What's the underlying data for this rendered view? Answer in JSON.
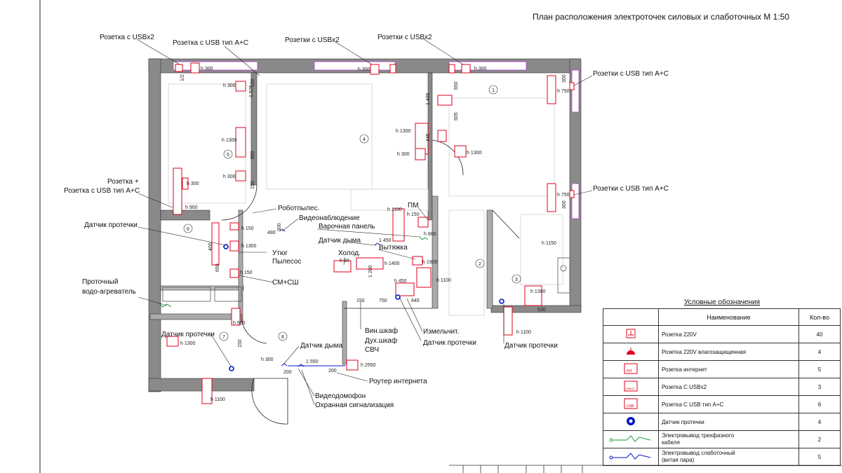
{
  "title": "План расположения электроточек силовых и слаботочных М 1:50",
  "labels": {
    "usb2_a": "Розетка с USBx2",
    "usbac_a": "Розетка с USB тип А+С",
    "usb2_b": "Розетки с USBx2",
    "usb2_c": "Розетки с USBx2",
    "usbac_r1": "Розетки с USB тип А+С",
    "usbac_r2": "Розетки с USB тип А+С",
    "rozetka_plus_1": "Розетка +",
    "rozetka_plus_2": "Розетка с USB тип А+С",
    "datchik_1": "Датчик протечки",
    "protochny_1": "Проточный",
    "protochny_2": "водо-агреватель",
    "datchik_2": "Датчик протечки",
    "robot": "Роботпылес.",
    "video": "Видеонаблюдение",
    "varochnaya": "Варочная панель",
    "pm": "ПМ",
    "datchik_dyma_1": "Датчик дыма",
    "holod": "Холод.",
    "vytyazhka": "Вытяжка",
    "utyug": "Утюг",
    "pylesos": "Пылесос",
    "smsh": "СМ+СШ",
    "vin": "Вин.шкаф",
    "duh": "Дух.шкаф",
    "svch": "СВЧ",
    "izmelch": "Измельчит.",
    "datchik_3": "Датчик протечки",
    "datchik_4": "Датчик протечки",
    "datchik_dyma_2": "Датчик дыма",
    "router": "Роутер интернета",
    "videodomofon": "Видеодомофон",
    "ohrana": "Охранная сигнализация"
  },
  "dims": {
    "h300a": "h 300",
    "h300b": "h 300",
    "h300c": "h 300",
    "h300d": "h 300",
    "h300e": "h 300",
    "h300f": "h 300",
    "h300g": "h 300",
    "h300h": "h 300",
    "h1300a": "h 1300",
    "h1300b": "h 1300",
    "h1300c": "h 1300",
    "h1300d": "h 1300",
    "h1300e": "h 1300",
    "h1100a": "h 1100",
    "h1100b": "h 1100",
    "h1100c": "h 1100",
    "h1100d": "h 1100",
    "h750a": "h 750",
    "h750b": "h 750",
    "h900": "h 900",
    "h150a": "h 150",
    "h150b": "h 150",
    "h150c": "h 150",
    "h1400": "h 1400",
    "h50": "h 50",
    "h450": "h 450",
    "h800": "h 800",
    "h1900": "h 1900",
    "h1150": "h 1150",
    "h500": "h 500",
    "h2550": "h 2550",
    "h1300f": "h 1300",
    "d1526": "1 526",
    "d850": "850",
    "d150a": "150",
    "d150b": "150",
    "d1495": "1 495",
    "d650": "650",
    "d505": "505",
    "d445": "445",
    "d300a": "300",
    "d300b": "300",
    "d480": "480",
    "d1450": "1 450",
    "d1200": "1 200",
    "d750": "750",
    "d845": "845",
    "d1550": "1 550",
    "d200a": "200",
    "d200b": "200",
    "d530": "530",
    "d400": "400",
    "d650b": "650",
    "d150c": "150",
    "d300c": "300",
    "d150d": "150",
    "d1_2": "1/2",
    "room1": "1",
    "room2": "2",
    "room3": "3",
    "room4": "4",
    "room5": "5",
    "room6": "6",
    "room7": "7",
    "room8": "8"
  },
  "legend": {
    "title": "Условные обозначения",
    "col_name": "Наименование",
    "col_count": "Кол-во",
    "rows": [
      {
        "icon": "socket-220-icon",
        "name": "Розетка 220V",
        "count": "40"
      },
      {
        "icon": "socket-waterproof-icon",
        "name": "Розетка 220V влагозащищенная",
        "count": "4"
      },
      {
        "icon": "socket-internet-icon",
        "name": "Розетка интернет",
        "count": "5",
        "mark": "INT"
      },
      {
        "icon": "socket-usb2-icon",
        "name": "Розетка С USBx2",
        "count": "3",
        "mark": "USBX2"
      },
      {
        "icon": "socket-usb-ac-icon",
        "name": "Розетка С USB тип А+С",
        "count": "6",
        "mark": "USB"
      },
      {
        "icon": "leak-sensor-icon",
        "name": "Датчик протечки",
        "count": "4"
      },
      {
        "icon": "three-phase-cable-icon",
        "name": "Электровывод трехфазного кабеля",
        "name1": "Электровывод трехфазного",
        "name2": "кабеля",
        "count": "2"
      },
      {
        "icon": "low-voltage-cable-icon",
        "name": "Электровывод слаботочный (витая пара)",
        "name1": "Электровывод слаботочный",
        "name2": "(витая пара)",
        "count": "5"
      }
    ]
  },
  "colors": {
    "wall": "#8a8a8a",
    "socket": "#e0001b",
    "sensor": "#0014c8",
    "cable_green": "#1b9a3a",
    "window": "#b13fc9"
  }
}
